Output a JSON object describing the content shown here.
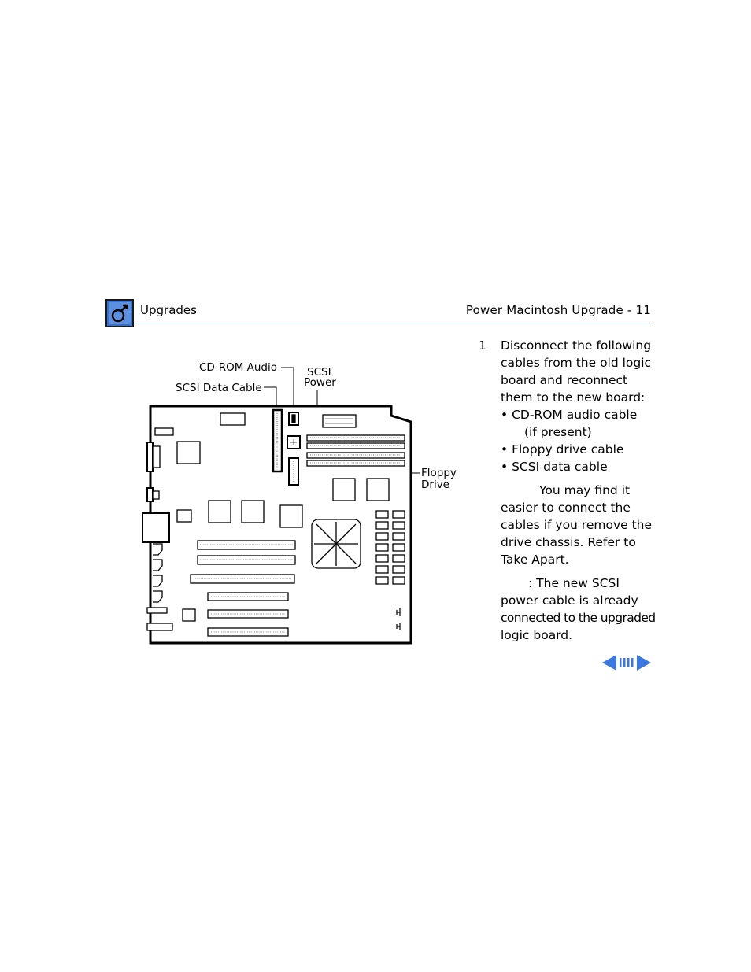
{
  "header": {
    "section": "Upgrades",
    "page_title": "Power Macintosh Upgrade - 11",
    "logo_icon": "mac-service-logo-icon"
  },
  "diagram": {
    "labels": {
      "cdrom_audio": "CD-ROM Audio",
      "scsi_data_cable": "SCSI Data Cable",
      "scsi_power_1": "SCSI",
      "scsi_power_2": "Power",
      "floppy_1": "Floppy",
      "floppy_2": "Drive"
    }
  },
  "step": {
    "number": "1",
    "intro_lines": [
      "Disconnect the following",
      "cables from the old logic",
      "board and reconnect",
      "them to the new board:"
    ],
    "bullets": [
      {
        "line1": "• CD-ROM audio cable",
        "line2": "(if present)"
      },
      {
        "line1": "• Floppy drive cable"
      },
      {
        "line1": "• SCSI data cable"
      }
    ],
    "note_lines": [
      "You may find it",
      "easier to connect the",
      "cables if you remove the",
      "drive chassis. Refer to",
      "Take Apart."
    ],
    "note2_lines": [
      ": The new SCSI",
      "power cable is already",
      "connected to the upgraded",
      "logic board."
    ]
  },
  "nav": {
    "prev_icon": "left-arrow-icon",
    "index_icon": "index-bars-icon",
    "next_icon": "right-arrow-icon"
  },
  "colors": {
    "rule": "#4a6fa5",
    "logo_blue": "#3a70c8",
    "nav_blue": "#3a7ae0"
  }
}
